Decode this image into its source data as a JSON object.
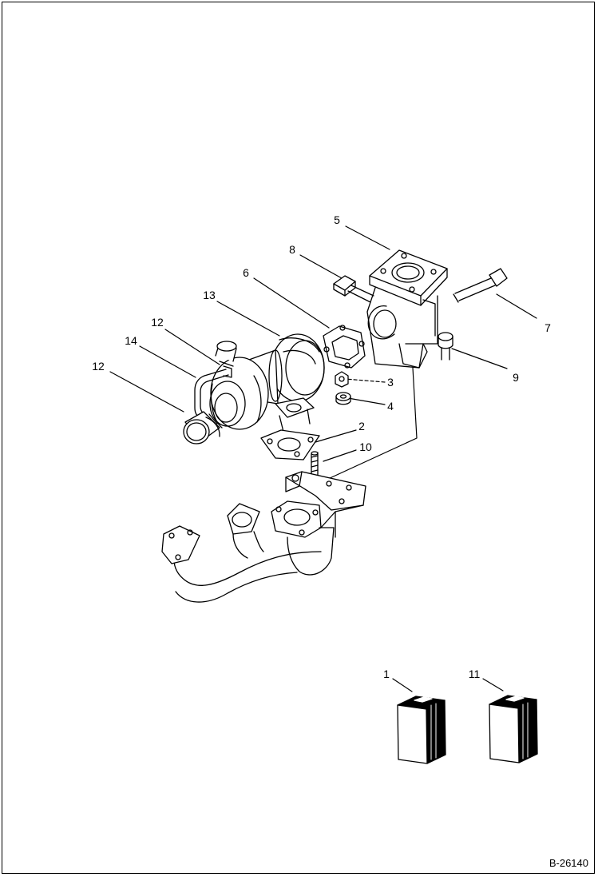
{
  "figure_id": "B-26140",
  "callouts": {
    "c1": "1",
    "c2": "2",
    "c3": "3",
    "c4": "4",
    "c5": "5",
    "c6": "6",
    "c7": "7",
    "c8": "8",
    "c9": "9",
    "c10": "10",
    "c11": "11",
    "c12a": "12",
    "c12b": "12",
    "c13": "13",
    "c14": "14"
  }
}
